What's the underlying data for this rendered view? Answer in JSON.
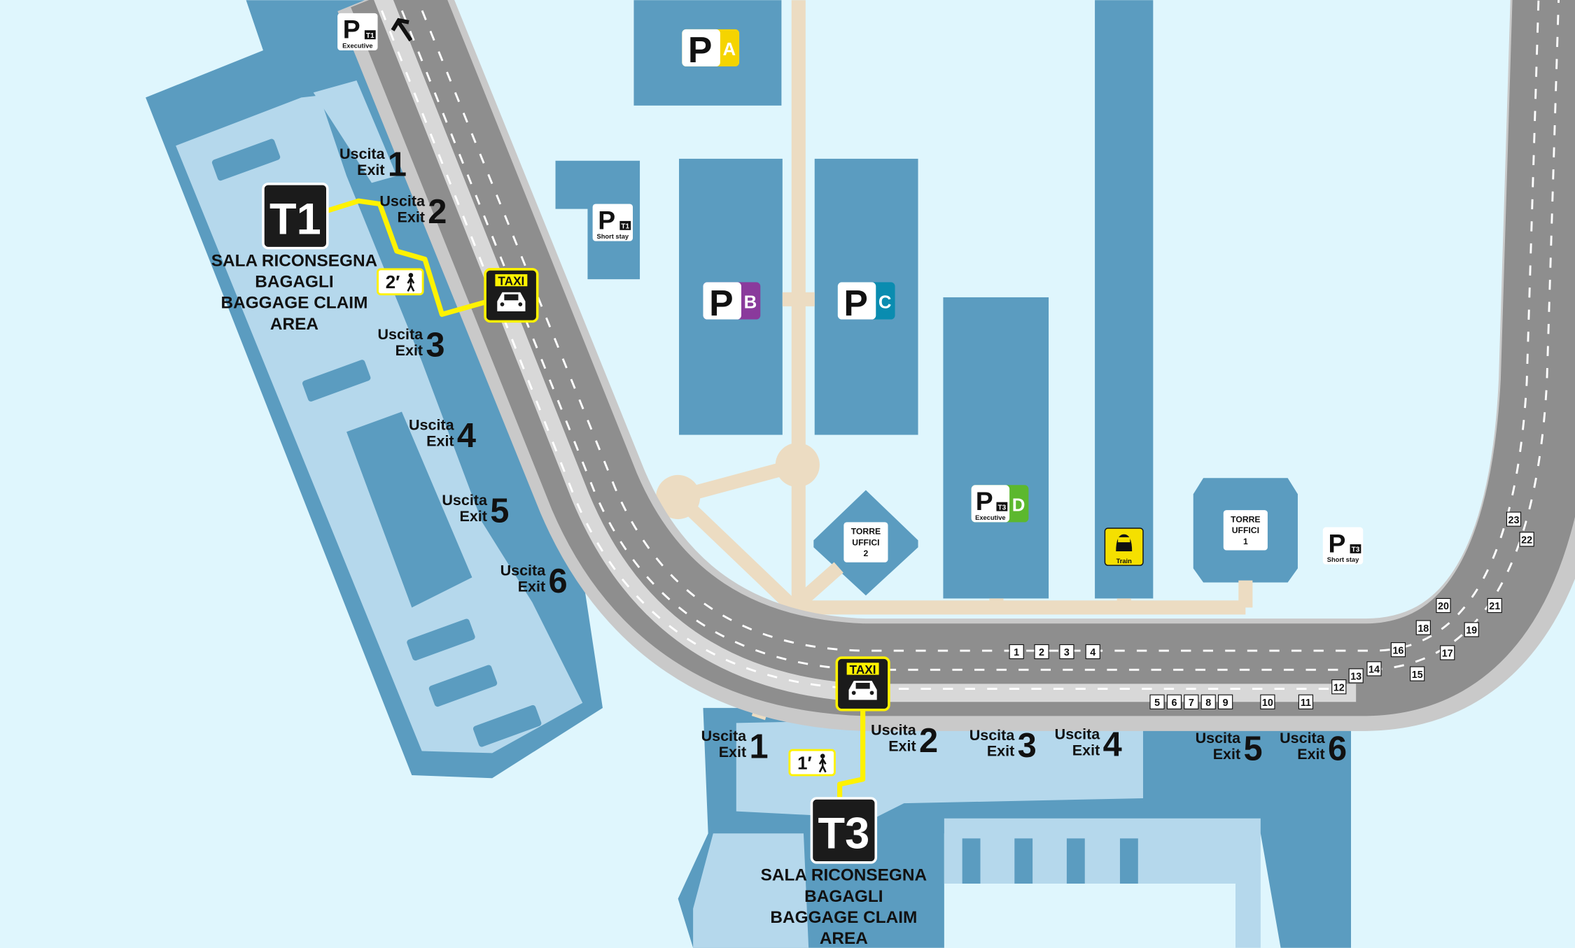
{
  "colors": {
    "background": "#dff6fd",
    "building_dark": "#5b9cc0",
    "building_light": "#b5d8ec",
    "walkway": "#ecdcc2",
    "road": "#8e8e8e",
    "road_edge": "#c9c9c9",
    "route": "#fff200",
    "parking_a": "#f5d400",
    "parking_b": "#8a3a9c",
    "parking_c": "#0a8cb0",
    "parking_d": "#5cb82e"
  },
  "terminals": [
    {
      "code": "T1",
      "label_lines": [
        "SALA RICONSEGNA",
        "BAGAGLI",
        "BAGGAGE CLAIM",
        "AREA"
      ],
      "walk_time": "2′",
      "walk_icon": "pedestrian-icon"
    },
    {
      "code": "T3",
      "label_lines": [
        "SALA RICONSEGNA",
        "BAGAGLI",
        "BAGGAGE CLAIM",
        "AREA"
      ],
      "walk_time": "1′",
      "walk_icon": "pedestrian-icon"
    }
  ],
  "exits": {
    "it": "Uscita",
    "en": "Exit",
    "t1": [
      "1",
      "2",
      "3",
      "4",
      "5",
      "6"
    ],
    "t3": [
      "1",
      "2",
      "3",
      "4",
      "5",
      "6"
    ]
  },
  "taxi": {
    "label": "TAXI",
    "icon": "car-icon"
  },
  "parking": {
    "symbol": "P",
    "lots": [
      {
        "letter": "A",
        "color": "#f5d400"
      },
      {
        "letter": "B",
        "color": "#8a3a9c"
      },
      {
        "letter": "C",
        "color": "#0a8cb0"
      },
      {
        "letter": "D",
        "color": "#5cb82e",
        "terminal": "T3",
        "type": "Executive"
      }
    ],
    "t1_executive": {
      "terminal": "T1",
      "type": "Executive"
    },
    "t1_short_stay": {
      "terminal": "T1",
      "type": "Short stay"
    },
    "t3_short_stay": {
      "terminal": "T3",
      "type": "Short stay"
    }
  },
  "towers": [
    {
      "lines": [
        "TORRE",
        "UFFICI",
        "2"
      ]
    },
    {
      "lines": [
        "TORRE",
        "UFFICI",
        "1"
      ]
    }
  ],
  "train": {
    "label": "Train",
    "icon": "train-icon"
  },
  "stops": [
    "1",
    "2",
    "3",
    "4",
    "5",
    "6",
    "7",
    "8",
    "9",
    "10",
    "11",
    "12",
    "13",
    "14",
    "15",
    "16",
    "17",
    "18",
    "19",
    "20",
    "21",
    "22",
    "23"
  ]
}
